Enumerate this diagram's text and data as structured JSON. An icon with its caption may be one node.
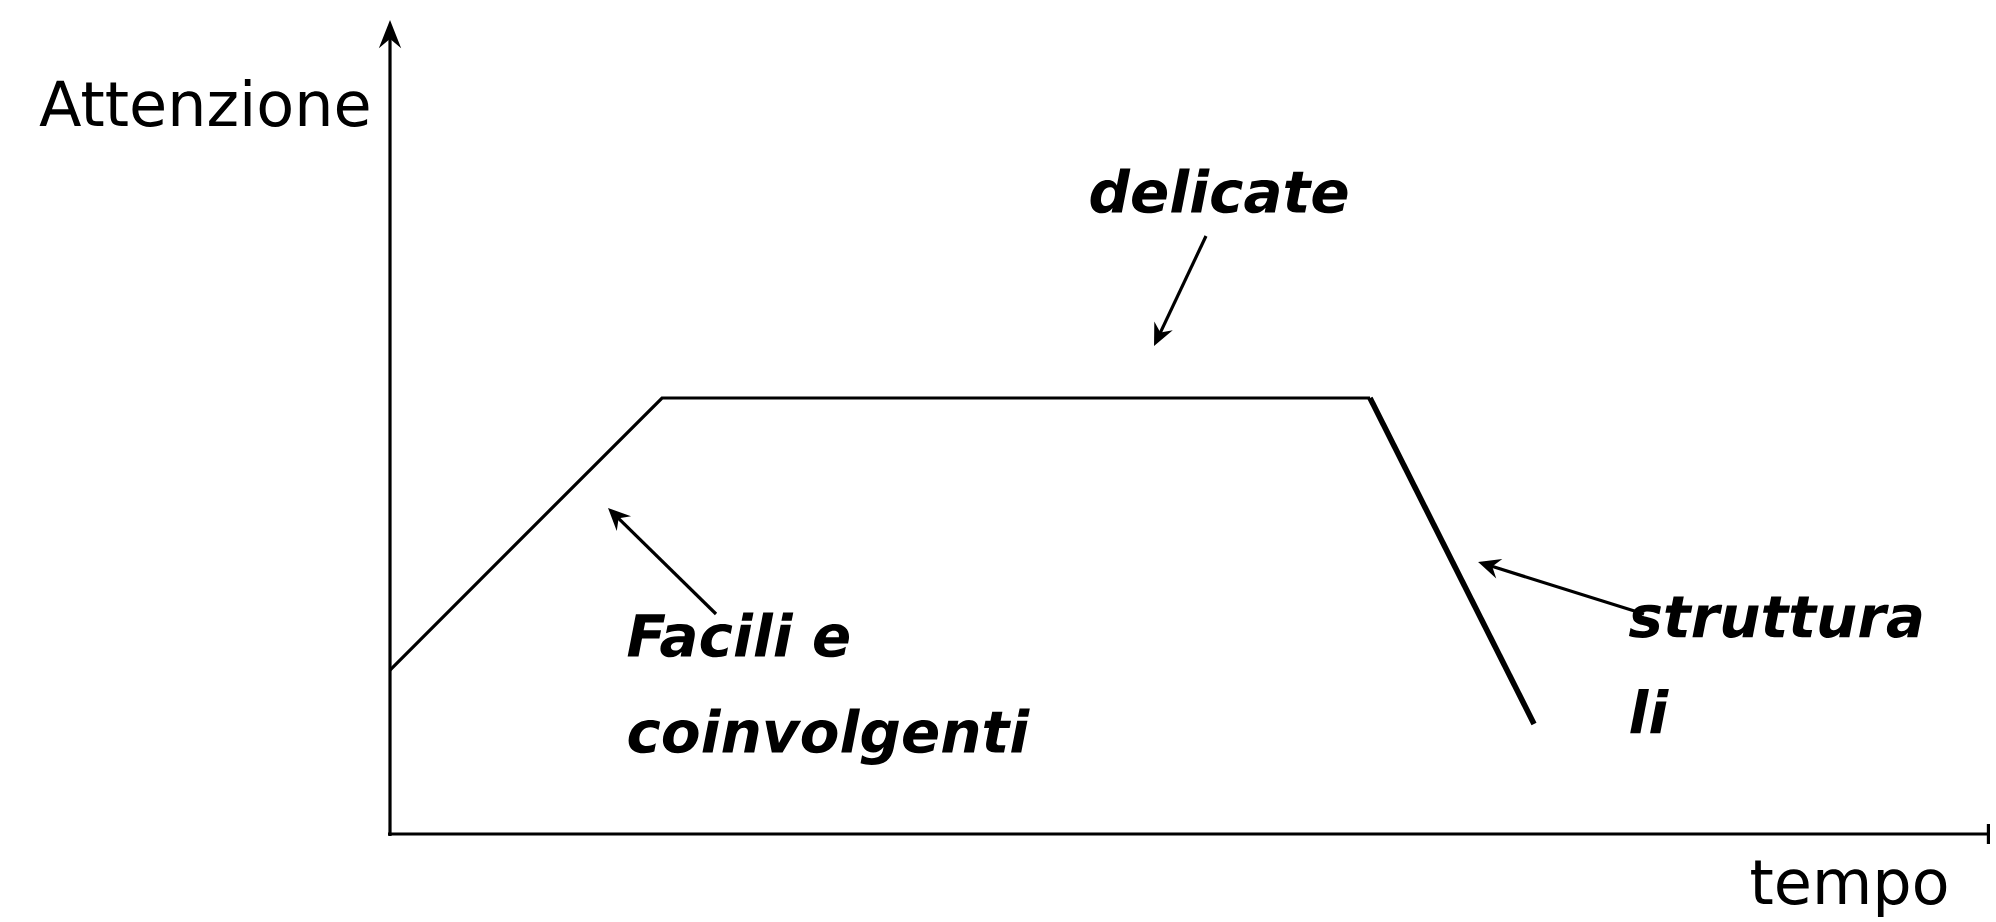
{
  "diagram": {
    "nodes": [
      {
        "text": [
          "delicate"
        ]
      },
      {
        "text": [
          "Facili e coinvolgenti"
        ]
      },
      {
        "text": [
          "struttura li"
        ]
      }
    ],
    "edges": [
      {
        "from": 0,
        "to": null,
        "arrow": "to"
      },
      {
        "from": 1,
        "to": null,
        "arrow": "to"
      },
      {
        "from": 2,
        "to": null,
        "arrow": "to"
      }
    ],
    "labels": [
      "Attenzione",
      "tempo"
    ]
  }
}
